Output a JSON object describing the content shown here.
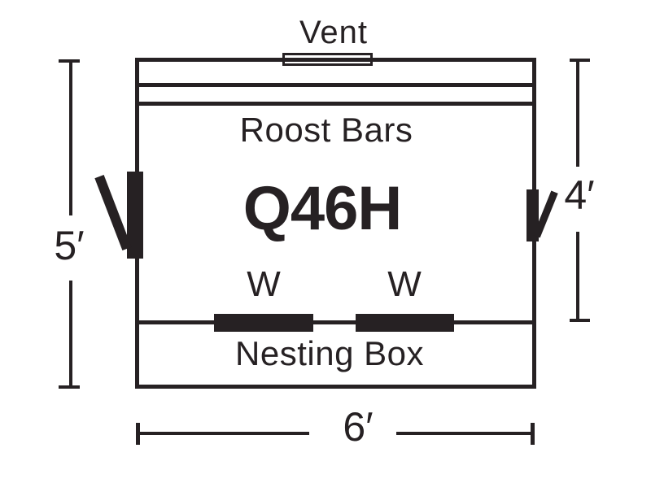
{
  "diagram": {
    "model": "Q46H",
    "labels": {
      "vent": "Vent",
      "roost_bars": "Roost Bars",
      "window_left": "W",
      "window_right": "W",
      "nesting_box": "Nesting Box"
    },
    "dimensions": {
      "left_height": "5′",
      "right_height": "4′",
      "width": "6′"
    },
    "colors": {
      "ink": "#262123",
      "background": "#ffffff"
    }
  }
}
